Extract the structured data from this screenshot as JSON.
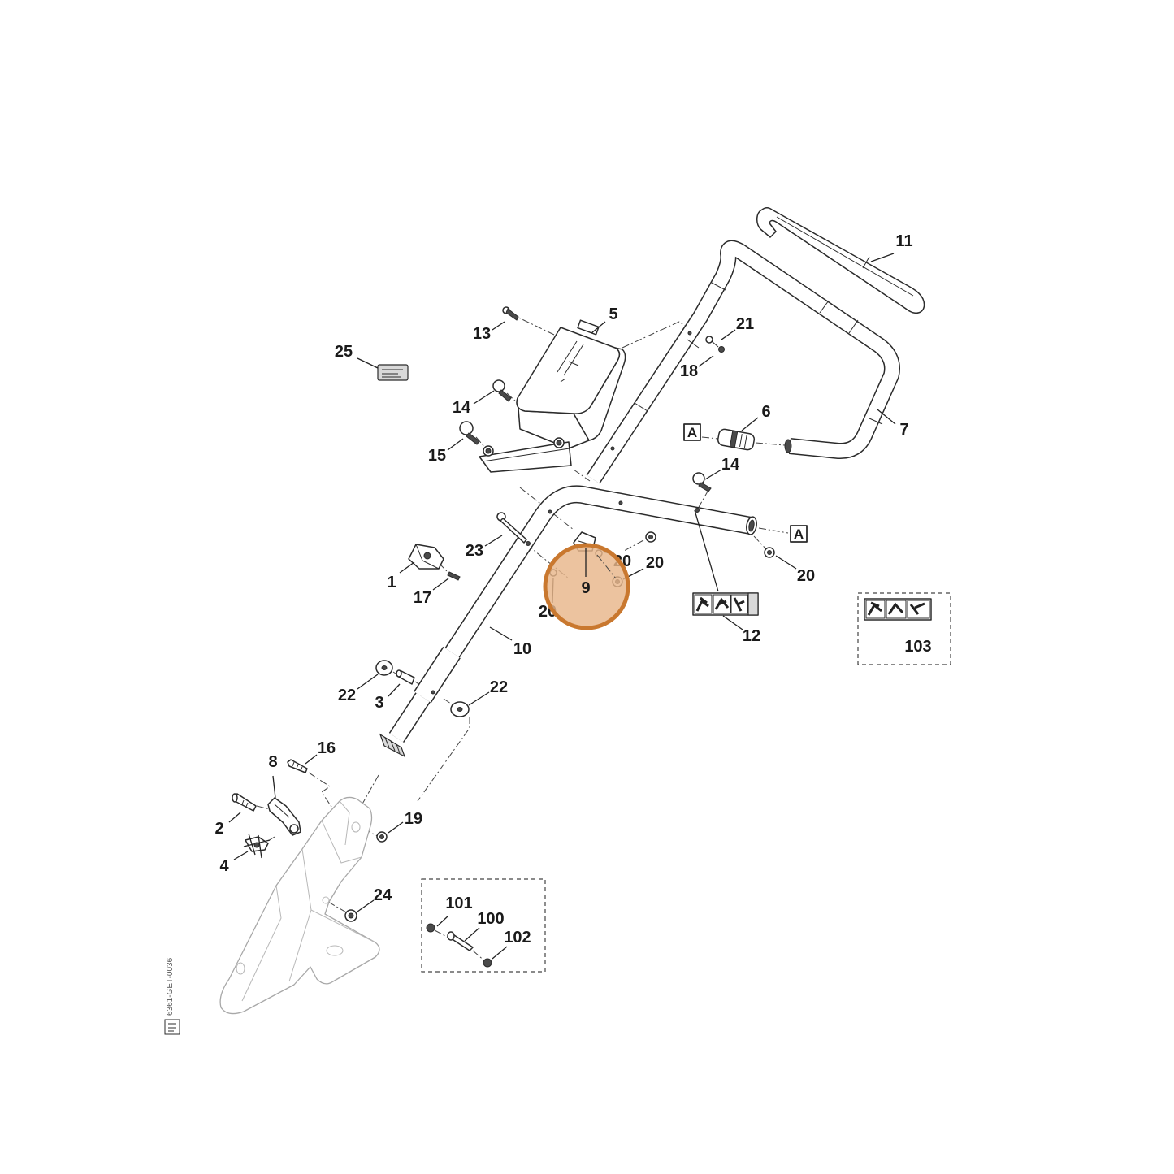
{
  "diagram": {
    "callouts": [
      "11",
      "5",
      "13",
      "21",
      "25",
      "18",
      "14",
      "6",
      "7",
      "15",
      "14",
      "23",
      "20",
      "20",
      "20",
      "1",
      "17",
      "20",
      "12",
      "103",
      "10",
      "22",
      "3",
      "22",
      "16",
      "8",
      "2",
      "19",
      "4",
      "24",
      "101",
      "100",
      "102"
    ],
    "references": [
      "A",
      "A"
    ],
    "highlighted_callout": "9",
    "drawing_code": "6361-GET-0036"
  },
  "colors": {
    "highlight_fill": "#e8b68a",
    "highlight_stroke": "#c9782f",
    "line": "#2b2b2b",
    "faint_line": "#a8a8a8",
    "background": "#ffffff"
  }
}
